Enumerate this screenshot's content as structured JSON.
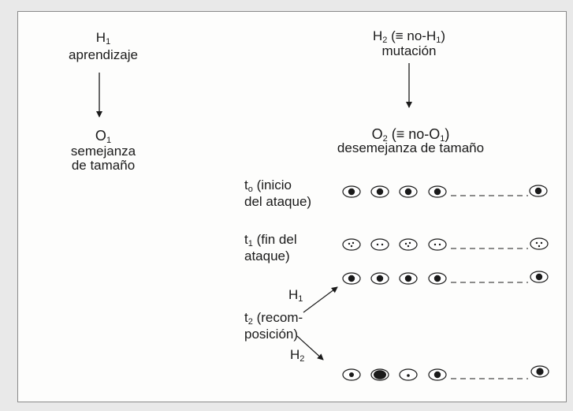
{
  "left": {
    "h_sym": "H",
    "h_sub": "1",
    "h_label": "aprendizaje",
    "o_sym": "O",
    "o_sub": "1",
    "o_label_1": "semejanza",
    "o_label_2": "de tamaño"
  },
  "right": {
    "h_sym": "H",
    "h_sub": "2",
    "h_pre": " (≡ no-H",
    "h_pre_sub": "1",
    "h_post": ")",
    "h_label": "mutación",
    "o_sym": "O",
    "o_sub": "2",
    "o_pre": " (≡ no-O",
    "o_pre_sub": "1",
    "o_post": ")",
    "o_label": "desemejanza de tamaño"
  },
  "stages": {
    "t0_sym": "t",
    "t0_sub": "o",
    "t0_text_1": " (inicio",
    "t0_text_2": "del ataque)",
    "t1_sym": "t",
    "t1_sub": "1",
    "t1_text_1": " (fin del",
    "t1_text_2": "ataque)",
    "t2_sym": "t",
    "t2_sub": "2",
    "t2_text_1": " (recom-",
    "t2_text_2": "posición)",
    "h1_sym": "H",
    "h1_sub": "1",
    "h2_sym": "H",
    "h2_sub": "2"
  }
}
